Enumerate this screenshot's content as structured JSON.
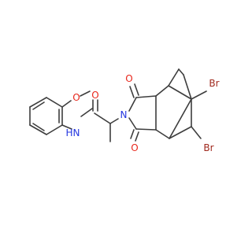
{
  "atoms": {
    "o_methoxy": "O",
    "o_amide": "O",
    "nh": "N",
    "h": "H",
    "n_imide": "N",
    "o_imide_top": "O",
    "o_imide_bottom": "O",
    "br_top": "Br",
    "br_bottom": "Br"
  },
  "colors": {
    "bond": "#3d3d3d",
    "oxygen": "#e8271c",
    "nitrogen": "#2436e0",
    "bromine": "#a0291d"
  }
}
